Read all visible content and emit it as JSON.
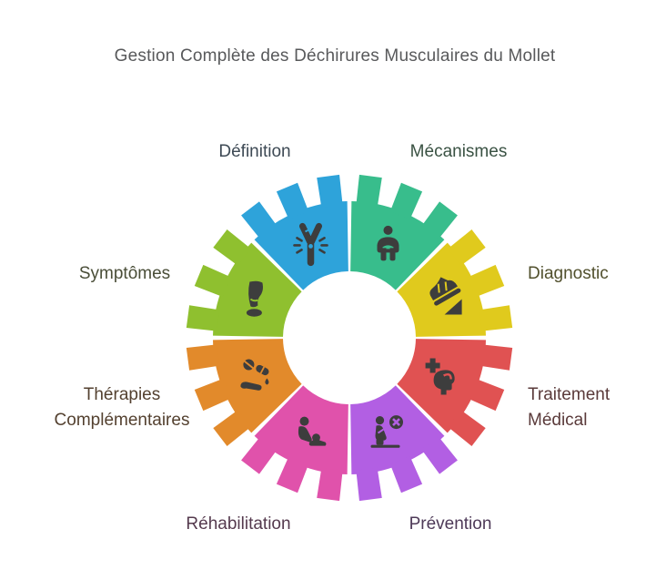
{
  "title": "Gestion Complète des Déchirures Musculaires du Mollet",
  "colors": {
    "background": "#ffffff",
    "title_text": "#58595b",
    "icon_glyph": "#3d3d3d"
  },
  "diagram": {
    "type": "circular-gear-cycle",
    "segment_count": 8,
    "segments": [
      {
        "label": "Définition",
        "color": "#2ea3da",
        "label_color": "#3e4a55",
        "icon": "muscle-tear-icon",
        "start_angle": 90
      },
      {
        "label": "Mécanismes",
        "color": "#38bd8c",
        "label_color": "#3a5243",
        "icon": "person-icon",
        "start_angle": 45
      },
      {
        "label": "Diagnostic",
        "color": "#e0ca1d",
        "label_color": "#51502d",
        "icon": "sneaker-slope-icon",
        "start_angle": 0
      },
      {
        "label": "Traitement Médical",
        "color": "#e05252",
        "label_color": "#5a3a3a",
        "icon": "head-cross-icon",
        "start_angle": 315
      },
      {
        "label": "Prévention",
        "color": "#b25fe3",
        "label_color": "#4e3a58",
        "icon": "no-activity-icon",
        "start_angle": 270
      },
      {
        "label": "Réhabilitation",
        "color": "#e052ab",
        "label_color": "#553a4e",
        "icon": "massage-icon",
        "start_angle": 225
      },
      {
        "label": "Thérapies Complémentaires",
        "color": "#e28a2b",
        "label_color": "#544130",
        "icon": "hand-pills-icon",
        "start_angle": 180
      },
      {
        "label": "Symptômes",
        "color": "#8fc02f",
        "label_color": "#4a4e38",
        "icon": "calf-muscle-icon",
        "start_angle": 135
      }
    ]
  }
}
